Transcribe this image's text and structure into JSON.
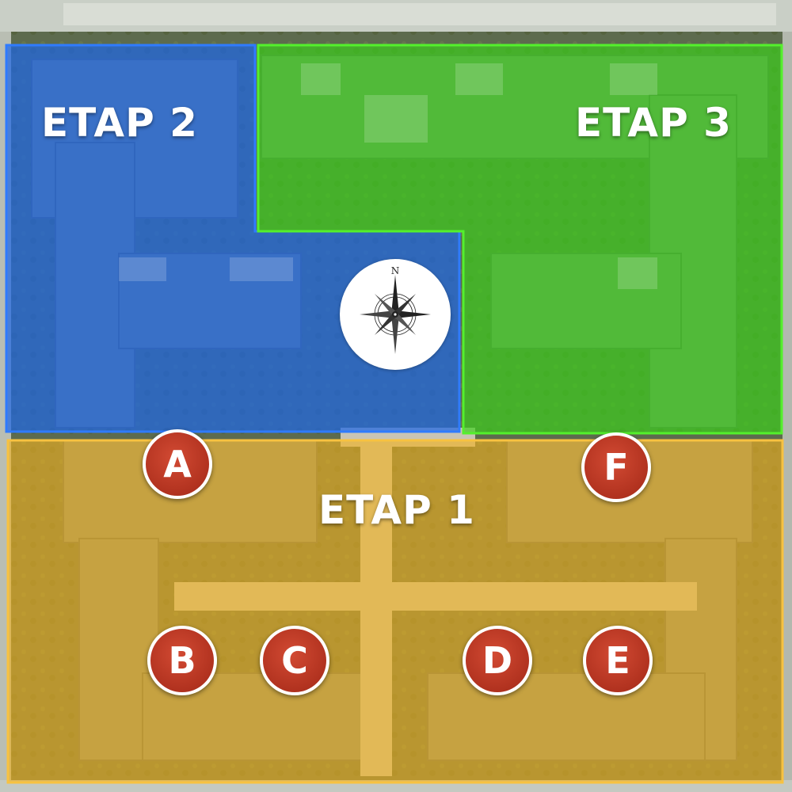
{
  "zones": [
    {
      "id": "etap2",
      "label": "ETAP 2",
      "color": "#1f66e5"
    },
    {
      "id": "etap3",
      "label": "ETAP 3",
      "color": "#3bd11a"
    },
    {
      "id": "etap1",
      "label": "ETAP 1",
      "color": "#f2b21e"
    }
  ],
  "buildings": [
    "A",
    "B",
    "C",
    "D",
    "E",
    "F"
  ],
  "compass": {
    "north_label": "N"
  },
  "colors": {
    "marker_fill": "#b53522",
    "marker_border": "#ffffff",
    "label_text": "#ffffff"
  }
}
